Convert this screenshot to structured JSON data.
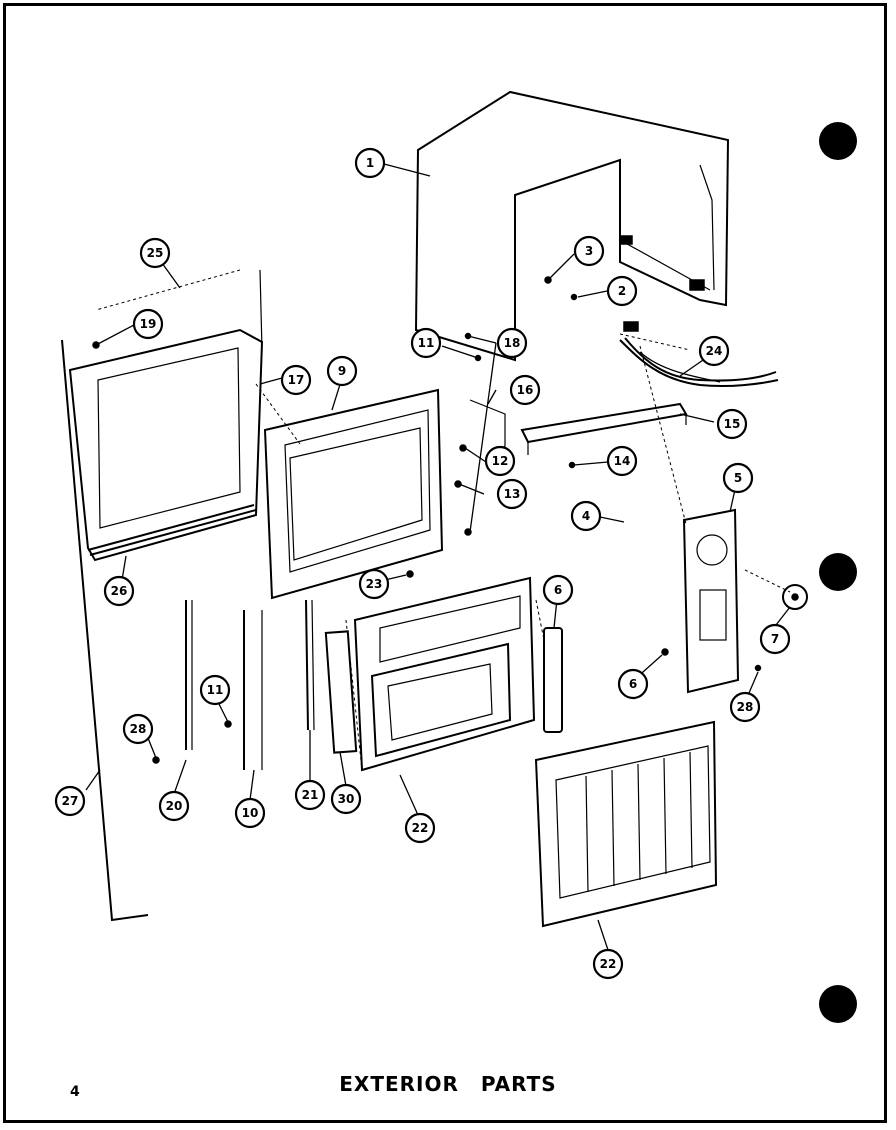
{
  "page": {
    "title": "EXTERIOR PARTS",
    "page_number": "4"
  },
  "callouts": [
    {
      "id": "callout-1",
      "label": "1"
    },
    {
      "id": "callout-2",
      "label": "2"
    },
    {
      "id": "callout-3",
      "label": "3"
    },
    {
      "id": "callout-4",
      "label": "4"
    },
    {
      "id": "callout-5",
      "label": "5"
    },
    {
      "id": "callout-6a",
      "label": "6"
    },
    {
      "id": "callout-6b",
      "label": "6"
    },
    {
      "id": "callout-7",
      "label": "7"
    },
    {
      "id": "callout-9",
      "label": "9"
    },
    {
      "id": "callout-10",
      "label": "10"
    },
    {
      "id": "callout-11a",
      "label": "11"
    },
    {
      "id": "callout-11b",
      "label": "11"
    },
    {
      "id": "callout-12",
      "label": "12"
    },
    {
      "id": "callout-13",
      "label": "13"
    },
    {
      "id": "callout-14",
      "label": "14"
    },
    {
      "id": "callout-15",
      "label": "15"
    },
    {
      "id": "callout-16",
      "label": "16"
    },
    {
      "id": "callout-17",
      "label": "17"
    },
    {
      "id": "callout-18",
      "label": "18"
    },
    {
      "id": "callout-19",
      "label": "19"
    },
    {
      "id": "callout-20",
      "label": "20"
    },
    {
      "id": "callout-21",
      "label": "21"
    },
    {
      "id": "callout-22a",
      "label": "22"
    },
    {
      "id": "callout-22b",
      "label": "22"
    },
    {
      "id": "callout-23",
      "label": "23"
    },
    {
      "id": "callout-24",
      "label": "24"
    },
    {
      "id": "callout-25",
      "label": "25"
    },
    {
      "id": "callout-26",
      "label": "26"
    },
    {
      "id": "callout-27",
      "label": "27"
    },
    {
      "id": "callout-28a",
      "label": "28"
    },
    {
      "id": "callout-28b",
      "label": "28"
    },
    {
      "id": "callout-30",
      "label": "30"
    }
  ]
}
